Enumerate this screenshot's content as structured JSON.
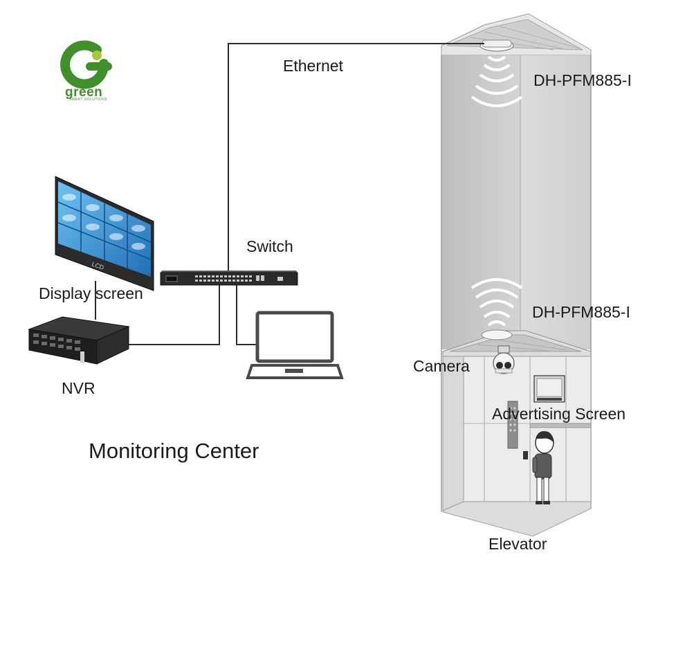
{
  "logo": {
    "word": "green",
    "subtitle": "SMART SOLUTIONS",
    "letter": "G",
    "colors": {
      "green": "#3f8f2a",
      "lime": "#a6c93a"
    }
  },
  "labels": {
    "ethernet": "Ethernet",
    "radar_top": "DH-PFM885-I",
    "radar_bottom": "DH-PFM885-I",
    "switch": "Switch",
    "display_screen": "Display screen",
    "nvr": "NVR",
    "camera": "Camera",
    "advertising_screen": "Advertising Screen",
    "monitoring_center": "Monitoring Center",
    "elevator": "Elevator",
    "lcd": "LCD"
  },
  "icons": [
    "green-logo-icon",
    "lcd-video-wall-icon",
    "network-switch-icon",
    "nvr-recorder-icon",
    "laptop-icon",
    "radar-sensor-icon",
    "dome-camera-icon",
    "advertising-screen-icon",
    "elevator-passenger-icon"
  ],
  "colors": {
    "line": "#2b2b2b",
    "shaft_dark": "#c9c9c9",
    "shaft_light": "#e2e2e2",
    "screen_blue": "#3c8fd4"
  }
}
